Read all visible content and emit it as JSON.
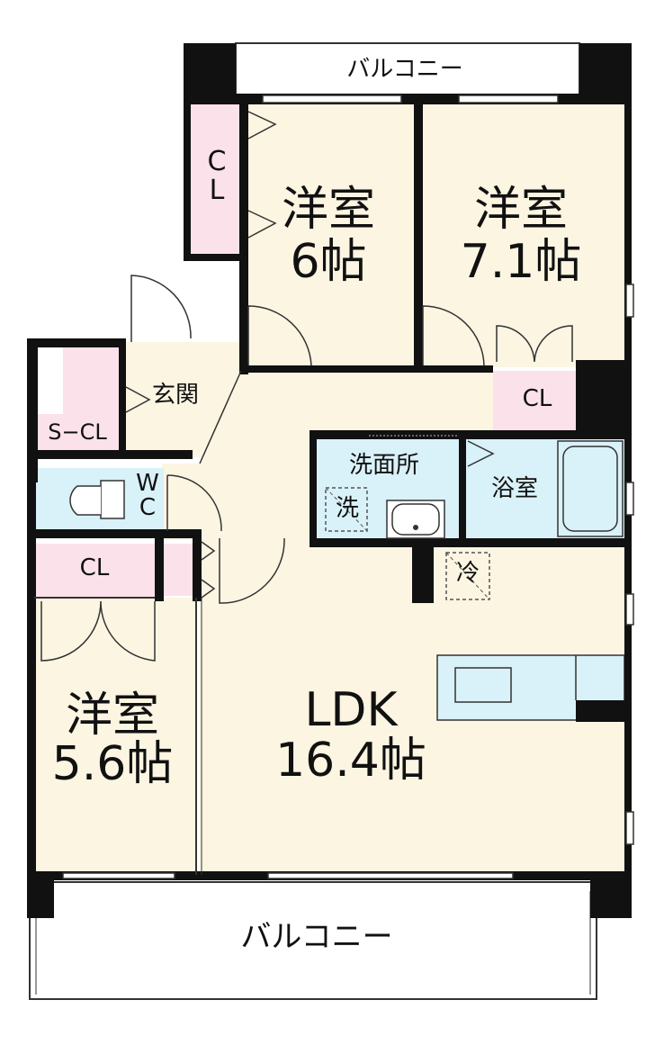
{
  "floorplan": {
    "balcony_top": "バルコニー",
    "balcony_bottom": "バルコニー",
    "rooms": {
      "western_6_name": "洋室",
      "western_6_size": "6帖",
      "western_71_name": "洋室",
      "western_71_size": "7.1帖",
      "western_56_name": "洋室",
      "western_56_size": "5.6帖",
      "ldk_name": "LDK",
      "ldk_size": "16.4帖",
      "entrance": "玄関",
      "washroom": "洗面所",
      "bathroom": "浴室",
      "wc": "W\nC",
      "closet_top": "C\nL",
      "closet_right": "CL",
      "closet_left": "CL",
      "shoe_closet": "S−CL"
    },
    "symbols": {
      "washer": "洗",
      "fridge": "冷"
    },
    "colors": {
      "room": "#fbf5e2",
      "closet": "#fbe1ea",
      "wet": "#d9f1f8",
      "wall": "#111111"
    }
  }
}
